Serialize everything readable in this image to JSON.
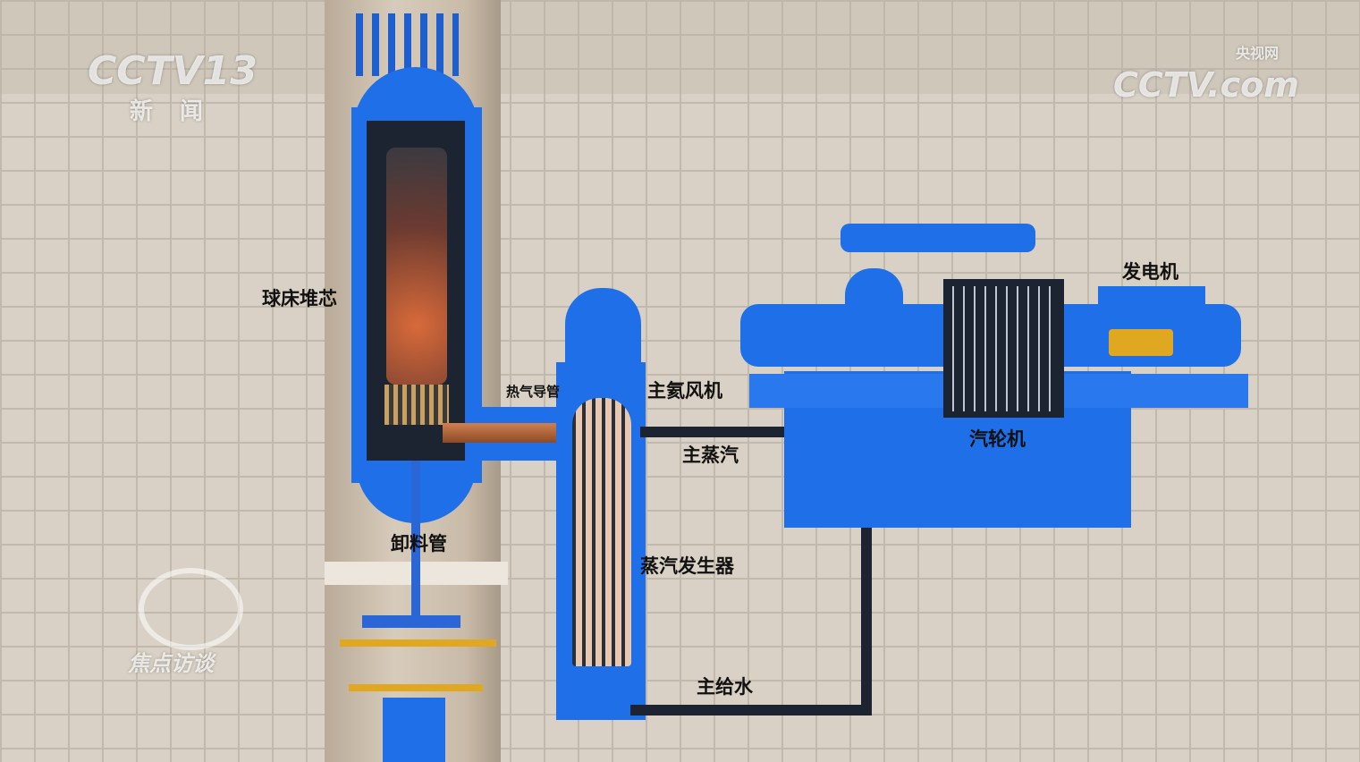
{
  "logos": {
    "channel": "CCTV13",
    "channel_sub": "新闻",
    "site": "CCTV.com",
    "site_sub": "央视网",
    "program": "焦点访谈"
  },
  "labels": {
    "core": "球床堆芯",
    "hot_gas_duct": "热气导管",
    "helium_blower": "主氦风机",
    "main_steam": "主蒸汽",
    "discharge_pipe": "卸料管",
    "steam_generator": "蒸汽发生器",
    "feedwater": "主给水",
    "turbine": "汽轮机",
    "generator": "发电机"
  },
  "colors": {
    "equipment": "#1e6fe8",
    "pipe": "#1b2430",
    "hot_duct": "#b0622e",
    "core_glow": "#c8502a",
    "background": "#d9d1c5"
  }
}
